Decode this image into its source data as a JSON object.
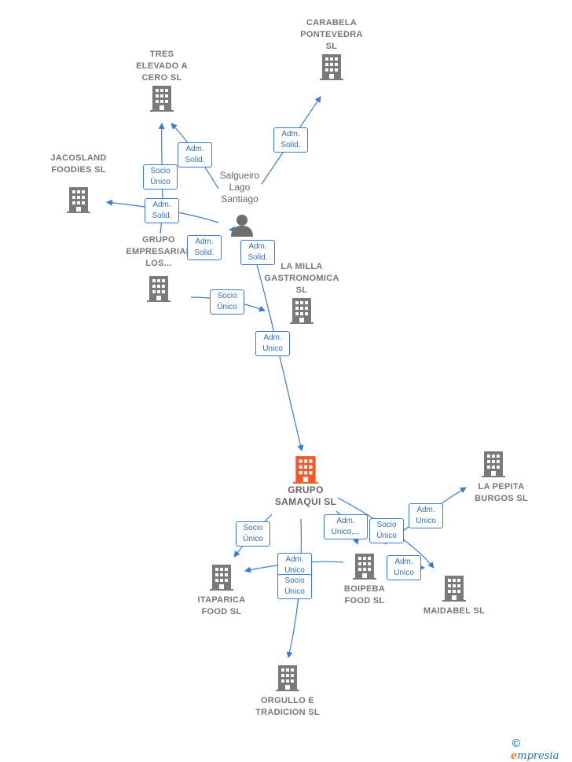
{
  "colors": {
    "edge": "#3a7bd5",
    "building": "#7a7a7a",
    "building_main": "#f05a28",
    "person": "#6e6e6e"
  },
  "center": {
    "name": "GRUPO\nSAMAQUI SL"
  },
  "person": {
    "name": "Salgueiro\nLago\nSantiago"
  },
  "companies": [
    {
      "key": "carabela",
      "name": "CARABELA\nPONTEVEDRA\nSL"
    },
    {
      "key": "tres",
      "name": "TRES\nELEVADO A\nCERO SL"
    },
    {
      "key": "jacosland",
      "name": "JACOSLAND\nFOODIES SL"
    },
    {
      "key": "grupoemp",
      "name": "GRUPO\nEMPRESARIAL\nLOS..."
    },
    {
      "key": "lamilla",
      "name": "LA MILLA\nGASTRONOMICA\nSL"
    },
    {
      "key": "lapepita",
      "name": "LA PEPITA\nBURGOS SL"
    },
    {
      "key": "itaparica",
      "name": "ITAPARICA\nFOOD SL"
    },
    {
      "key": "boipeba",
      "name": "BOIPEBA\nFOOD SL"
    },
    {
      "key": "maidabel",
      "name": "MAIDABEL SL"
    },
    {
      "key": "orgullo",
      "name": "ORGULLO E\nTRADICION SL"
    }
  ],
  "relations": [
    {
      "key": "r1",
      "label": "Adm.\nSolid."
    },
    {
      "key": "r2",
      "label": "Adm.\nSolid."
    },
    {
      "key": "r3",
      "label": "Socio\nÚnico"
    },
    {
      "key": "r4",
      "label": "Adm.\nSolid."
    },
    {
      "key": "r5",
      "label": "Adm.\nSolid."
    },
    {
      "key": "r6",
      "label": "Adm.\nSolid."
    },
    {
      "key": "r7",
      "label": "Socio\nÚnico"
    },
    {
      "key": "r8",
      "label": "Adm.\nUnico"
    },
    {
      "key": "r9",
      "label": "Socio\nÚnico"
    },
    {
      "key": "r10",
      "label": "Adm.\nUnico,..."
    },
    {
      "key": "r11",
      "label": "Socio\nÚnico"
    },
    {
      "key": "r12",
      "label": "Adm.\nUnico"
    },
    {
      "key": "r13",
      "label": "Adm.\nUnico"
    },
    {
      "key": "r14",
      "label": "Adm.\nUnico"
    },
    {
      "key": "r15",
      "label": "Socio\nÚnico"
    }
  ],
  "brand": {
    "copyright": "©",
    "first": "e",
    "rest": "mpresia"
  }
}
